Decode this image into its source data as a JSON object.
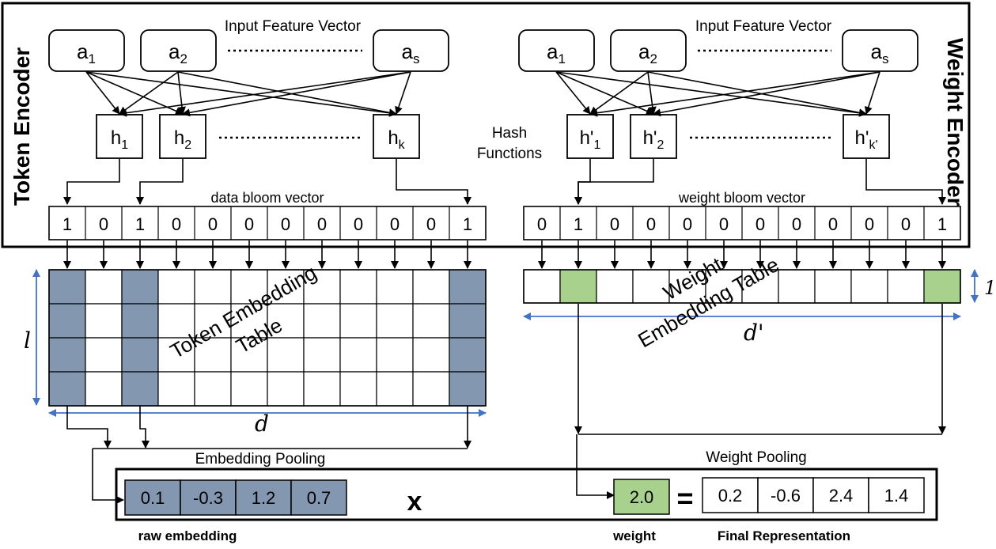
{
  "token_encoder": {
    "title": "Token Encoder",
    "input_label": "Input Feature Vector",
    "inputs": [
      {
        "base": "a",
        "sub": "1"
      },
      {
        "base": "a",
        "sub": "2"
      },
      {
        "base": "a",
        "sub": "s"
      }
    ],
    "hashes": [
      {
        "base": "h",
        "sub": "1"
      },
      {
        "base": "h",
        "sub": "2"
      },
      {
        "base": "h",
        "sub": "k"
      }
    ],
    "bloom_label": "data bloom vector",
    "bloom_bits": [
      "1",
      "0",
      "1",
      "0",
      "0",
      "0",
      "0",
      "0",
      "0",
      "0",
      "0",
      "1"
    ],
    "table_label_line1": "Token Embedding",
    "table_label_line2": "Table",
    "rows_symbol": "l",
    "cols_symbol": "d"
  },
  "weight_encoder": {
    "title": "Weight Encoder",
    "input_label": "Input Feature Vector",
    "inputs": [
      {
        "base": "a",
        "sub": "1"
      },
      {
        "base": "a",
        "sub": "2"
      },
      {
        "base": "a",
        "sub": "s"
      }
    ],
    "hashes": [
      {
        "base": "h'",
        "sub": "1"
      },
      {
        "base": "h'",
        "sub": "2"
      },
      {
        "base": "h'",
        "sub": "k'"
      }
    ],
    "bloom_label": "weight bloom vector",
    "bloom_bits": [
      "0",
      "1",
      "0",
      "0",
      "0",
      "0",
      "0",
      "0",
      "0",
      "0",
      "0",
      "1"
    ],
    "table_label_line1": "Weight",
    "table_label_line2": "Embedding Table",
    "rows_symbol": "1",
    "cols_symbol": "d'"
  },
  "hash_functions_label_line1": "Hash",
  "hash_functions_label_line2": "Functions",
  "embedding_pooling_label": "Embedding Pooling",
  "weight_pooling_label": "Weight Pooling",
  "raw_embedding": {
    "values": [
      "0.1",
      "-0.3",
      "1.2",
      "0.7"
    ],
    "caption": "raw embedding"
  },
  "multiply_symbol": "x",
  "weight": {
    "value": "2.0",
    "caption": "weight"
  },
  "equals_symbol": "=",
  "final_representation": {
    "values": [
      "0.2",
      "-0.6",
      "2.4",
      "1.4"
    ],
    "caption": "Final Representation"
  },
  "colors": {
    "token_highlight": "#8497b0",
    "weight_highlight": "#a9d18e",
    "dimension_arrow": "#4472c4"
  }
}
